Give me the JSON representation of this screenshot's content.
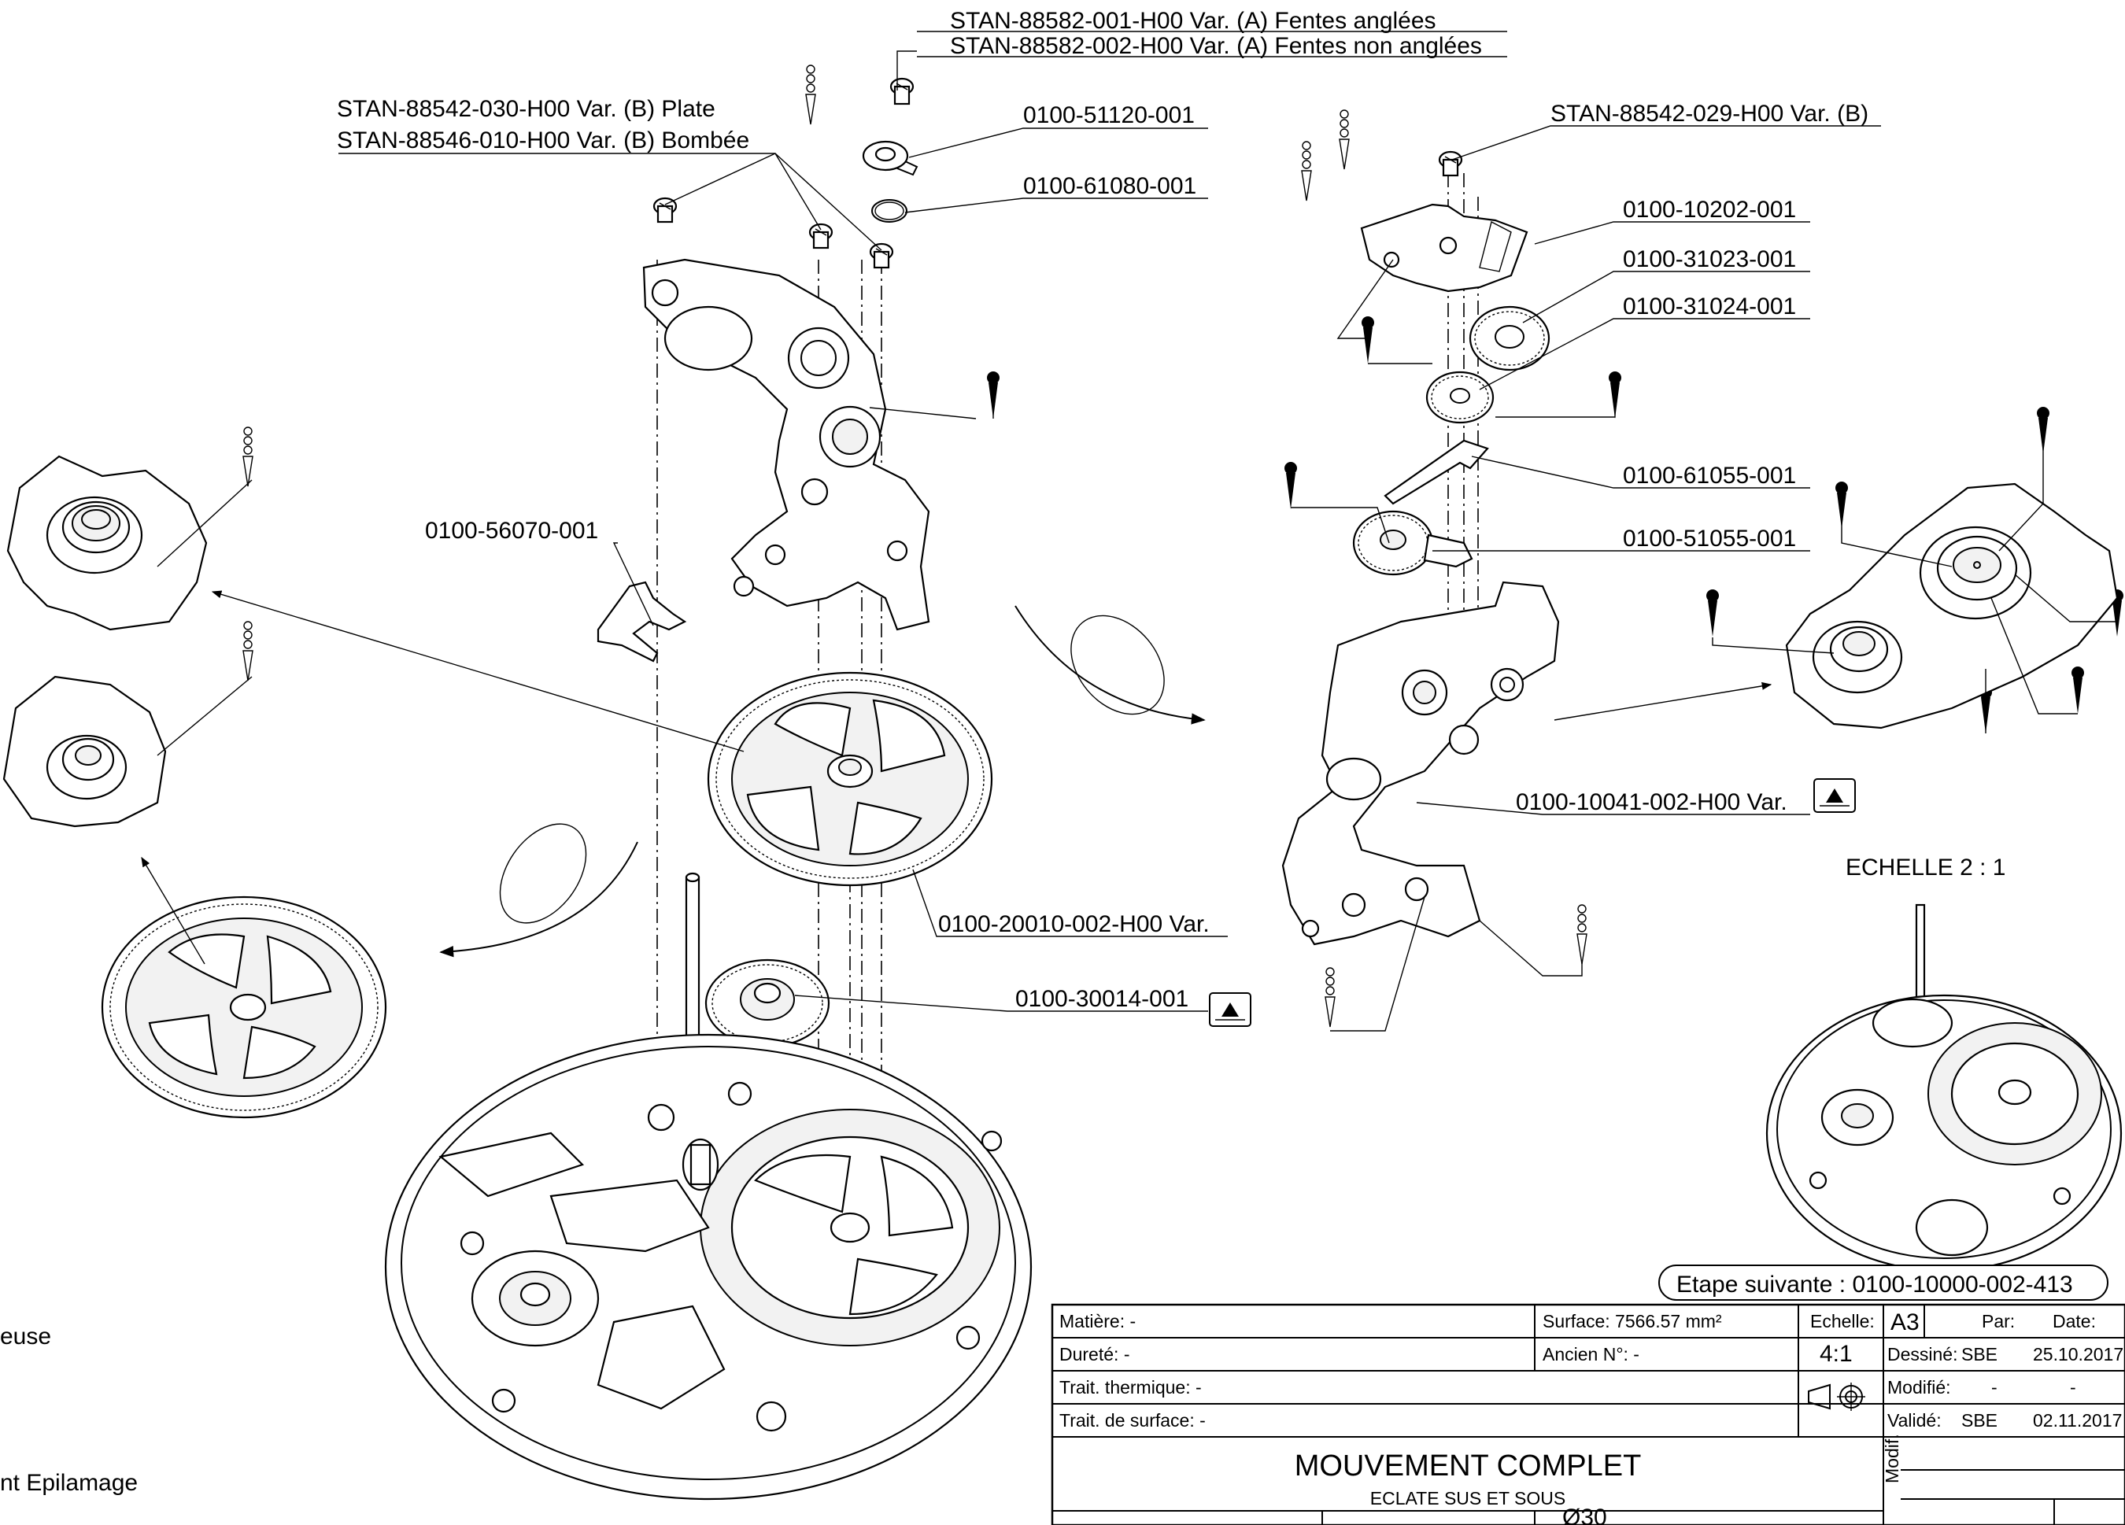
{
  "callouts": {
    "stan_001": "STAN-88582-001-H00 Var. (A) Fentes anglées",
    "stan_002": "STAN-88582-002-H00 Var. (A) Fentes non anglées",
    "stan_030": "STAN-88542-030-H00 Var. (B) Plate",
    "stan_010": "STAN-88546-010-H00 Var. (B) Bombée",
    "p51120": "0100-51120-001",
    "p61080": "0100-61080-001",
    "p56070": "0100-56070-001",
    "p20010": "0100-20010-002-H00 Var.",
    "p30014": "0100-30014-001",
    "stan_029": "STAN-88542-029-H00 Var. (B)",
    "p10202": "0100-10202-001",
    "p31023": "0100-31023-001",
    "p31024": "0100-31024-001",
    "p61055": "0100-61055-001",
    "p51055": "0100-51055-001",
    "p10041": "0100-10041-002-H00 Var."
  },
  "scale_label": "ECHELLE 2 : 1",
  "next_step": "Etape suivante : 0100-10000-002-413",
  "side_notes": [
    "euse",
    "nt Epilamage"
  ],
  "title_block": {
    "matiere": "Matière:  -",
    "durete": "Dureté:   -",
    "trait_thermique": "Trait. thermique:  -",
    "trait_surface": "Trait. de surface:  -",
    "surface": "Surface:  7566.57 mm²",
    "ancien": "Ancien N°: -",
    "echelle_label": "Echelle:",
    "echelle_value": "4:1",
    "format": "A3",
    "par": "Par:",
    "date": "Date:",
    "dessine": "Dessiné:",
    "dessine_par": "SBE",
    "dessine_date": "25.10.2017",
    "modifie": "Modifié:",
    "modifie_par": "-",
    "modifie_date": "-",
    "valide": "Validé:",
    "valide_par": "SBE",
    "valide_date": "02.11.2017",
    "modif": "Modif.",
    "title": "MOUVEMENT COMPLET",
    "subtitle": "ECLATE SUS ET SOUS",
    "bottom_mark": "Ø30"
  }
}
